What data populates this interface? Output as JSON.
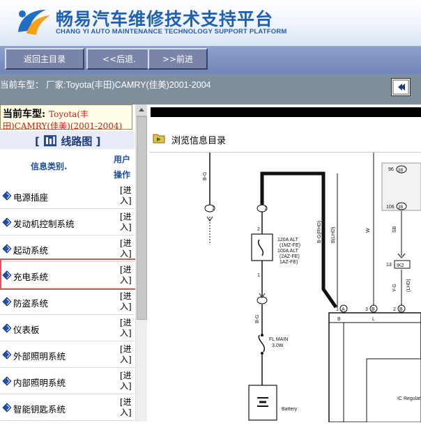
{
  "header": {
    "title": "畅易汽车维修技术支持平台",
    "subtitle": "CHANG YI AUTO MAINTENANCE TECHNOLOGY SUPPORT PLATFORM"
  },
  "nav": {
    "home_label": "返回主目录",
    "back_label": "<<后退.",
    "forward_label": ">>前进"
  },
  "model_bar": {
    "text": "当前车型：  厂家:Toyota(丰田)CAMRY(佳美)2001-2004"
  },
  "sidebar": {
    "current_model_label": "当前车型:",
    "current_model_value_line1": "Toyota(丰",
    "current_model_value_line2": "田)CAMRY(佳美)(2001-2004)",
    "section_open": "[",
    "section_title": "线路图",
    "section_close": "]",
    "col_category": "信息类别.",
    "col_user_line1": "用户",
    "col_user_line2": "操作",
    "enter_line1": "[进",
    "enter_line2": "入]",
    "items": [
      {
        "label": "电源插座"
      },
      {
        "label": "发动机控制系统"
      },
      {
        "label": "起动系统"
      },
      {
        "label": "充电系统"
      },
      {
        "label": "防盗系统"
      },
      {
        "label": "仪表板"
      },
      {
        "label": "外部照明系统"
      },
      {
        "label": "内部照明系统"
      },
      {
        "label": "智能钥匙系统"
      }
    ]
  },
  "main": {
    "browse_label": "浏览信息目录"
  },
  "diagram": {
    "labels": {
      "bg_top": "B-G",
      "bg_mid": "B-G",
      "bg_low": "B-G",
      "bgrhd": "B-G(RHD)",
      "blhd": "B(LHD)",
      "w": "W",
      "sb": "SB",
      "yg": "Y-G",
      "lhd": "(LHD)",
      "alt1": "120A ALT",
      "alt2": "(1MZ-FE)",
      "alt3": "100A ALT",
      "alt4": "(2AZ-FE)",
      "alt5": "1AZ-FE)",
      "fl1": "FL MAIN",
      "fl2": "3.0W",
      "battery": "Battery",
      "ic": "IC Regulat",
      "n1": "1",
      "n2": "2",
      "n1b": "1",
      "n1c": "1",
      "n96": "96",
      "n3b": "3B",
      "n106": "106",
      "n3b2": "3B",
      "n13": "13",
      "ik2": "IK2",
      "pa": "A",
      "p1": "1",
      "pb": "B",
      "p3": "3",
      "p2": "2",
      "b1": "B",
      "b2": "B",
      "b3": "L"
    }
  }
}
